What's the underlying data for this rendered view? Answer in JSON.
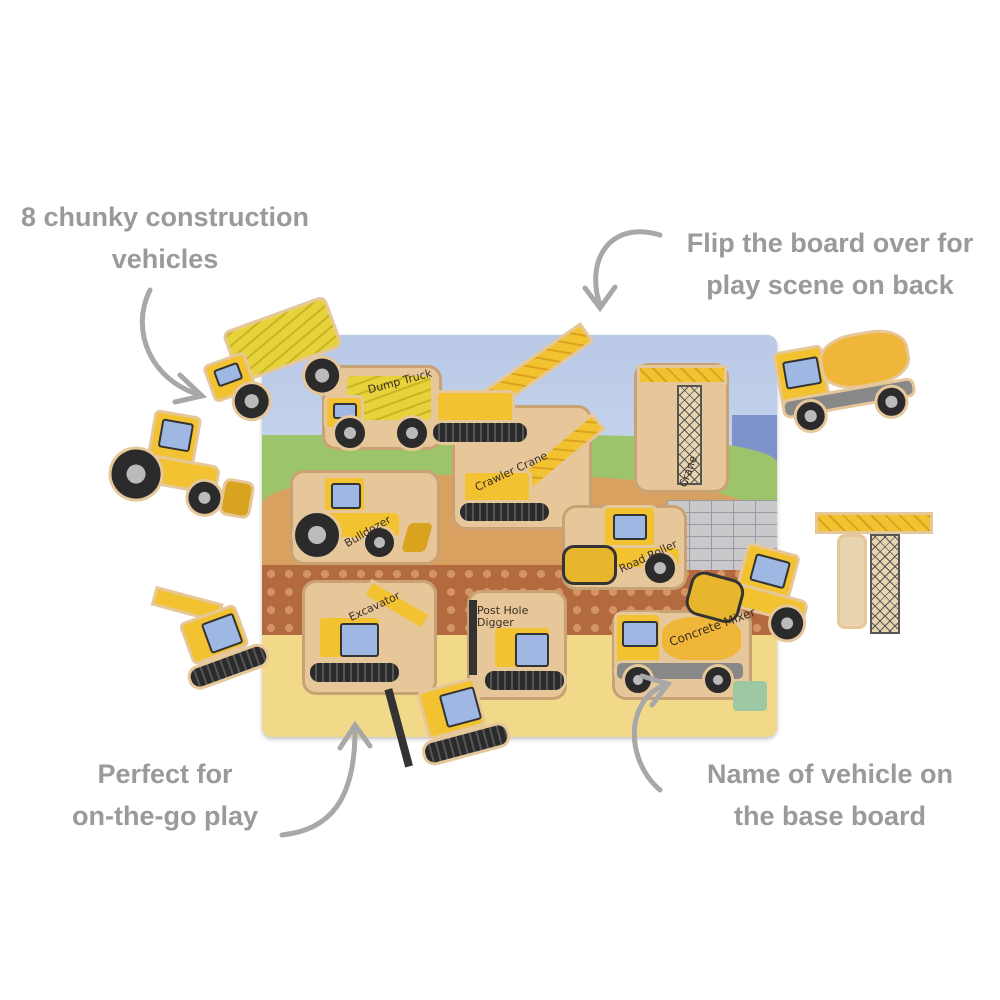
{
  "callouts": {
    "top_left": "8 chunky construction vehicles",
    "top_right": "Flip the board over for play scene on back",
    "bottom_left": "Perfect for on-the-go play",
    "bottom_right": "Name of vehicle on the base board"
  },
  "callout_lines": {
    "top_left": [
      "8 chunky construction",
      "vehicles"
    ],
    "top_right": [
      "Flip the board over for",
      "play scene on back"
    ],
    "bottom_left": [
      "Perfect for",
      "on-the-go play"
    ],
    "bottom_right": [
      "Name of vehicle on",
      "the base board"
    ]
  },
  "board_labels": {
    "dump_truck": "Dump Truck",
    "crawler_crane": "Crawler Crane",
    "crane": "Crane",
    "bulldozer": "Bulldozer",
    "road_roller": "Road Roller",
    "excavator": "Excavator",
    "post_hole_digger": "Post Hole Digger",
    "concrete_mixer": "Concrete Mixer"
  },
  "colors": {
    "callout_text": "#9a9a9a",
    "vehicle_yellow": "#f2c230",
    "arrow": "#a8a8a8"
  }
}
